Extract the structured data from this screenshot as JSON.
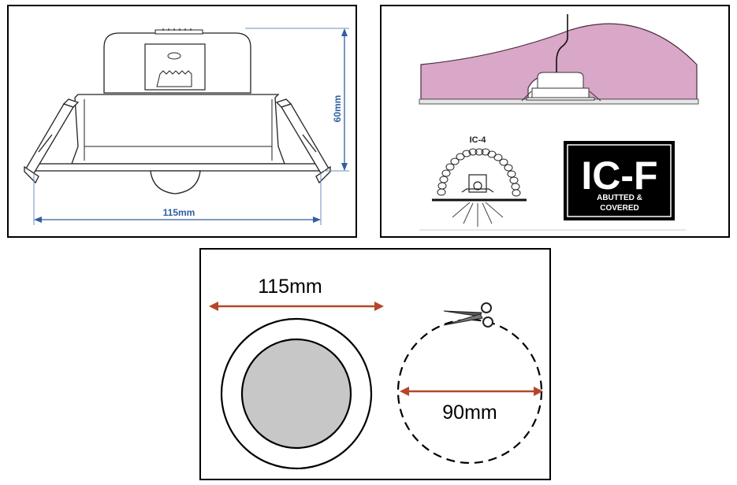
{
  "dimension_drawing": {
    "height_label": "60mm",
    "width_label": "115mm",
    "dimension_color": "#2f5fa0"
  },
  "installation_diagram": {
    "ic4_label": "IC-4",
    "icf_title": "IC-F",
    "icf_subtitle_line1": "ABUTTED &",
    "icf_subtitle_line2": "COVERED",
    "insulation_color": "#d9a7c7"
  },
  "cutout_diagram": {
    "fitting_diameter_label": "115mm",
    "cutout_diameter_label": "90mm",
    "arrow_color": "#b4462a",
    "lens_color": "#c7c7c7",
    "scissors_icon": "scissors-icon"
  }
}
